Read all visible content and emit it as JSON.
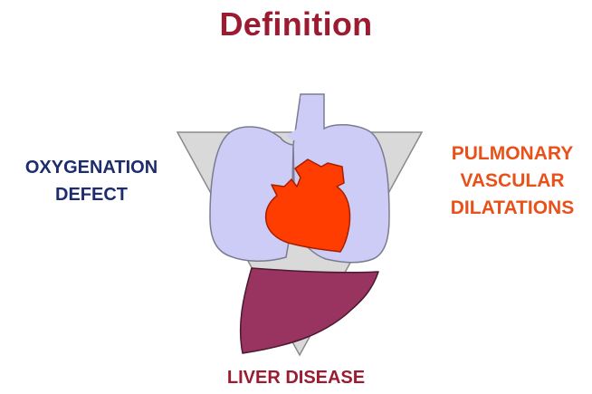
{
  "title": "Definition",
  "labels": {
    "oxygenation_line1": "OXYGENATION",
    "oxygenation_line2": "DEFECT",
    "pulmonary_line1": "PULMONARY",
    "pulmonary_line2": "VASCULAR",
    "pulmonary_line3": "DILATATIONS",
    "liver": "LIVER DISEASE"
  },
  "colors": {
    "title": "#9b1c31",
    "oxygenation": "#1c2c6e",
    "pulmonary": "#e8511a",
    "liver_label": "#9b1c31",
    "triangle": "#d9d9d9",
    "lungs": "#ccccf6",
    "heart": "#ff3d00",
    "liver": "#993360"
  },
  "icons": {
    "triangle": "triangle-shape",
    "lungs": "lungs-icon",
    "heart": "heart-icon",
    "liver": "liver-icon"
  }
}
